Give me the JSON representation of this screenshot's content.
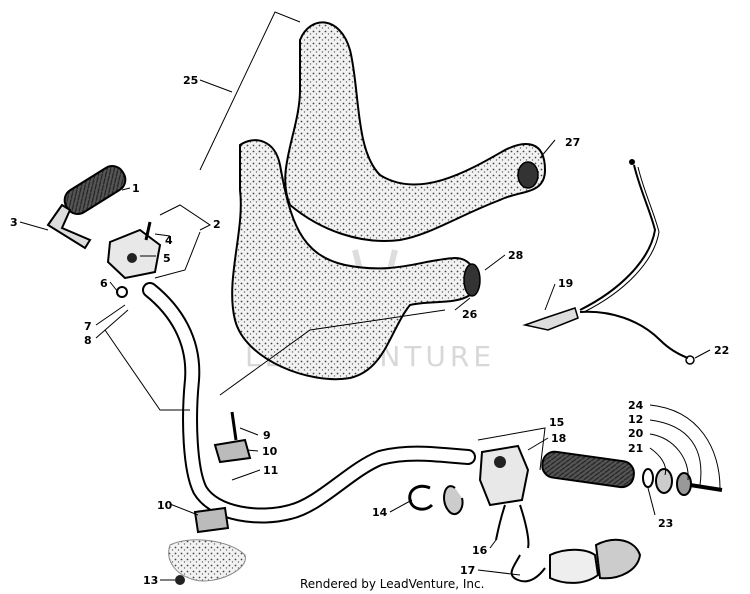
{
  "watermark": "LEADVENTURE",
  "credit": "Rendered by LeadVenture, Inc.",
  "callouts": {
    "c1": "1",
    "c2": "2",
    "c3": "3",
    "c4": "4",
    "c5": "5",
    "c6": "6",
    "c7": "7",
    "c8": "8",
    "c9": "9",
    "c10a": "10",
    "c10b": "10",
    "c11": "11",
    "c12": "12",
    "c13": "13",
    "c14": "14",
    "c15": "15",
    "c16": "16",
    "c17": "17",
    "c18": "18",
    "c19": "19",
    "c20": "20",
    "c21": "21",
    "c22": "22",
    "c23": "23",
    "c24": "24",
    "c25": "25",
    "c26": "26",
    "c27": "27",
    "c28": "28"
  }
}
